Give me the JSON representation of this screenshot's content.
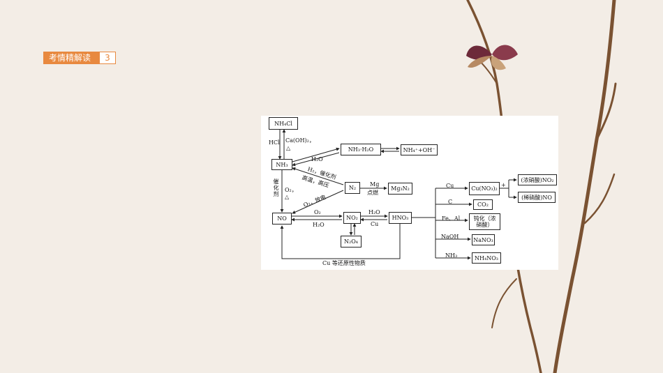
{
  "slide": {
    "section_title": "考情精解读",
    "section_number": "3"
  },
  "diagram": {
    "nodes": {
      "nh4cl": "NH₄Cl",
      "nh3": "NH₃",
      "nh3h2o": "NH₃·H₂O",
      "nh4oh": "NH₄⁺+OH⁻",
      "n2": "N₂",
      "mg3n2": "Mg₃N₂",
      "no": "NO",
      "no2": "NO₂",
      "n2o4": "N₂O₄",
      "hno3": "HNO₃",
      "cuno32": "Cu(NO₃)₂",
      "conc": "(浓硝酸)NO₂",
      "dilute": "(稀硝酸)NO",
      "co2": "CO₂",
      "passivation": "钝化（浓硝酸）",
      "nano3": "NaNO₃",
      "nh4no3": "NH₄NO₃"
    },
    "labels": {
      "hcl": "HCl",
      "caoh2": "Ca(OH)₂，",
      "delta1": "△",
      "h2o_1": "H₂O",
      "h2_cat": "H₂，催化剂",
      "high_temp": "高温，高压",
      "catalyst_v": "催化剂",
      "o2_delta": "O₂，",
      "delta2": "△",
      "o2_spark": "O₂，放电",
      "mg": "Mg",
      "ignite": "点燃",
      "o2": "O₂",
      "h2o_2": "H₂O",
      "h2o_3": "H₂O",
      "cu_1": "Cu",
      "cu_2": "Cu",
      "plus": "+",
      "c": "C",
      "fe_al": "Fe、Al",
      "naoh": "NaOH",
      "nh3_r": "NH₃",
      "cu_reducing": "Cu 等还原性物质"
    }
  }
}
